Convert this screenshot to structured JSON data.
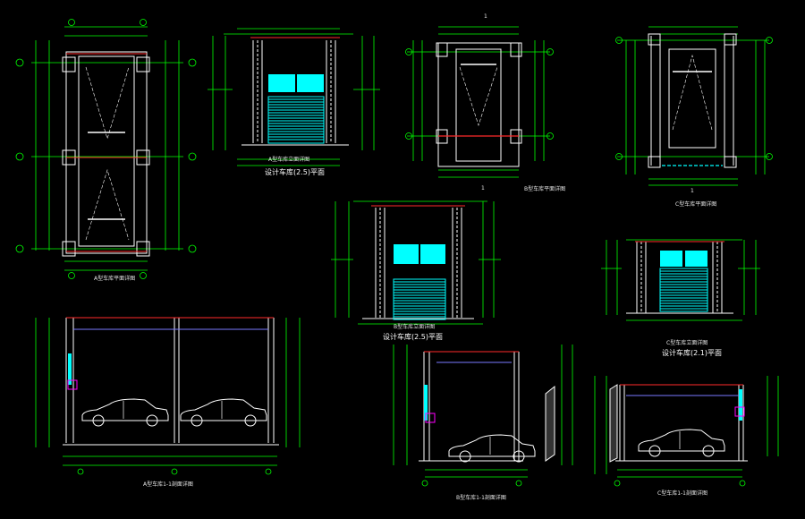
{
  "palette": {
    "background": "#000000",
    "dimension": "#00ff00",
    "wall": "#ffffff",
    "axis": "#ff2a2a",
    "fill": "#00ffff",
    "guide": "#7a7aff",
    "marker": "#ff00ff"
  },
  "drawing_labels": {
    "plan_a": "A型车库平面详图",
    "elev_a": "A型车库立面详图",
    "elev_a_note": "设计车库(2.5)平面",
    "plan_b": "B型车库平面详图",
    "plan_c": "C型车库平面详图",
    "elev_b": "B型车库立面详图",
    "elev_b_note": "设计车库(2.5)平面",
    "elev_c": "C型车库立面详图",
    "elev_c_note": "设计车库(2.1)平面",
    "section_a": "A型车库1-1剖面详图",
    "section_b": "B型车库1-1剖面详图",
    "section_c": "C型车库1-1剖面详图"
  },
  "cut_markers": {
    "b_top": "1",
    "b_bottom": "1",
    "c_bottom": "1"
  },
  "icons": [
    "car-side-icon"
  ]
}
